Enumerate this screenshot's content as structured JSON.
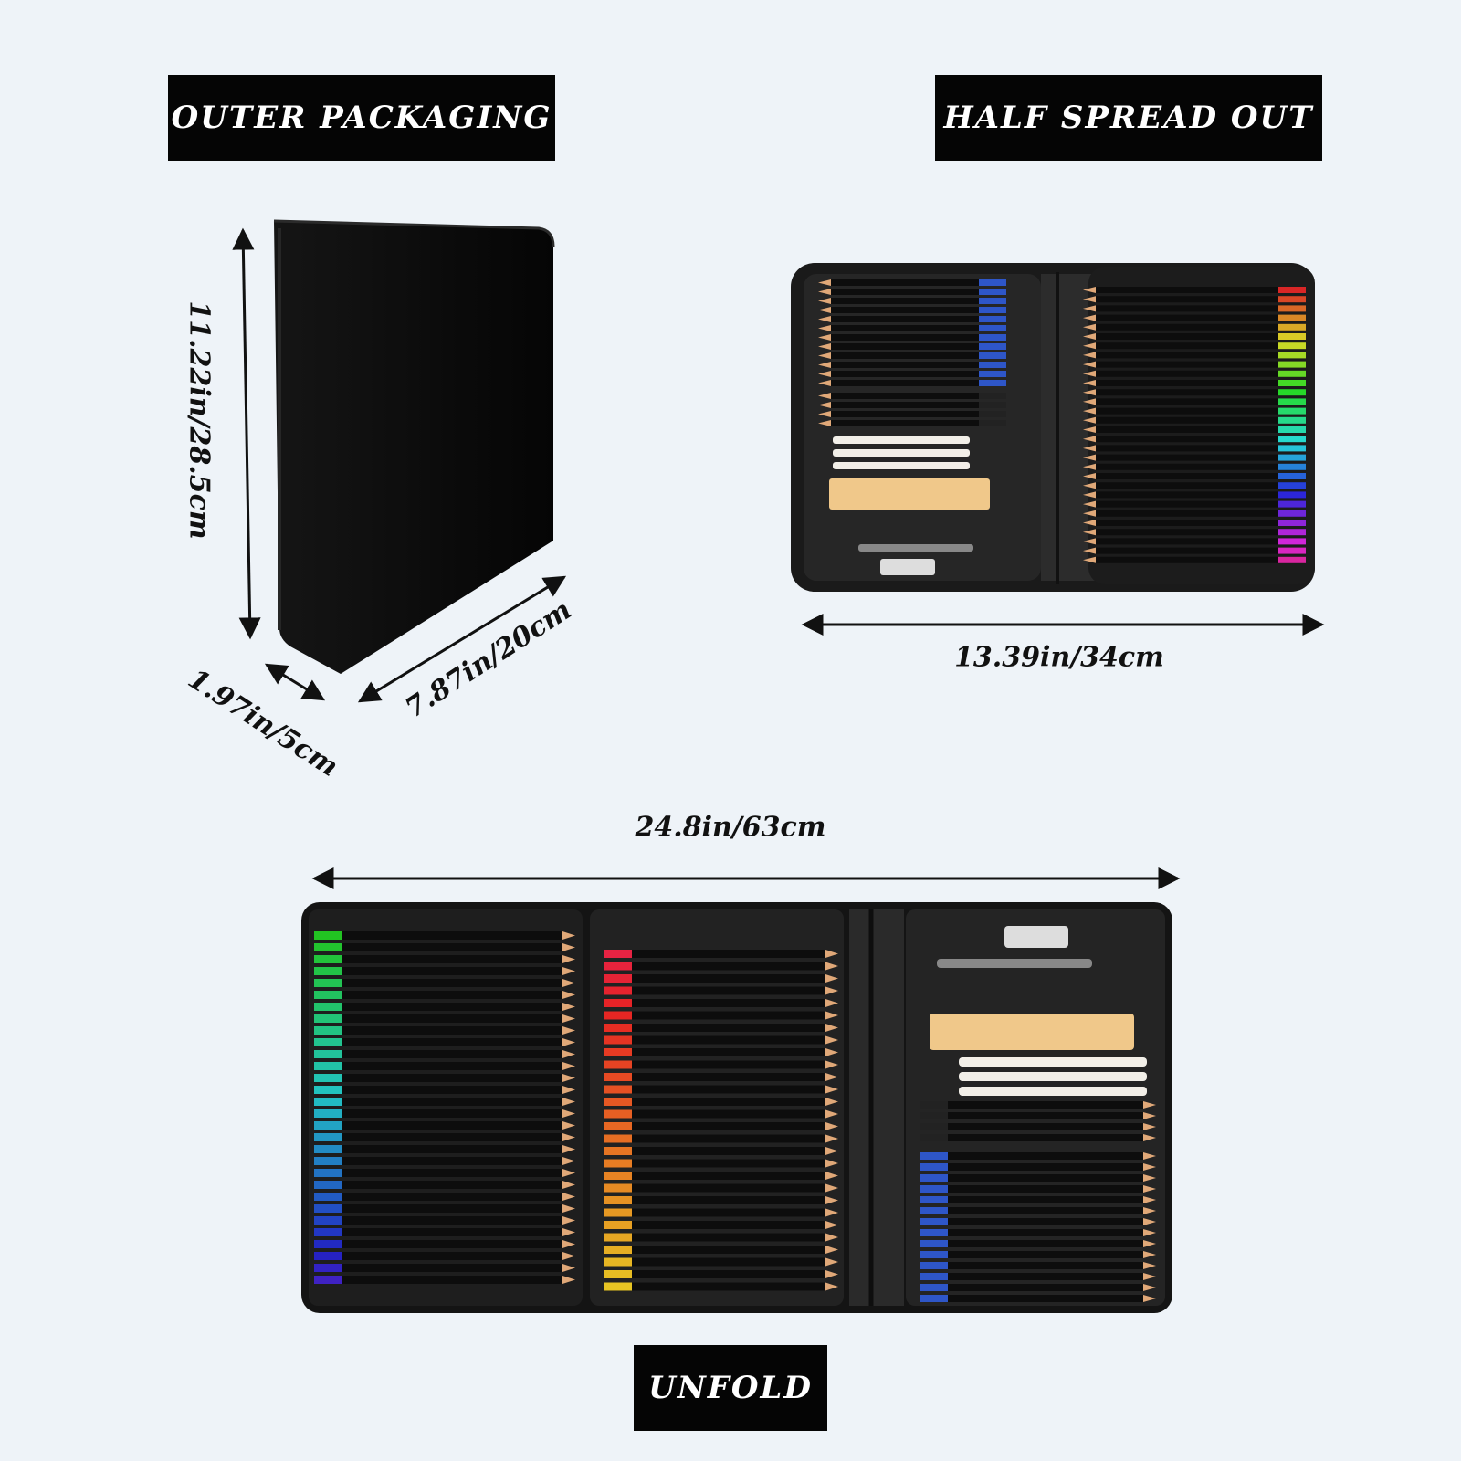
{
  "labels": {
    "outer": "OUTER PACKAGING",
    "half": "HALF SPREAD OUT",
    "unfold": "UNFOLD"
  },
  "dimensions": {
    "height": "11.22in/28.5cm",
    "depth": "1.97in/5cm",
    "width": "7.87in/20cm",
    "half_width": "13.39in/34cm",
    "unfold_width": "24.8in/63cm"
  },
  "colors": {
    "background": "#eef3f8",
    "case": "#0b0b0b",
    "label_bg": "#050505",
    "graphite_blue": "#2e56c8"
  }
}
